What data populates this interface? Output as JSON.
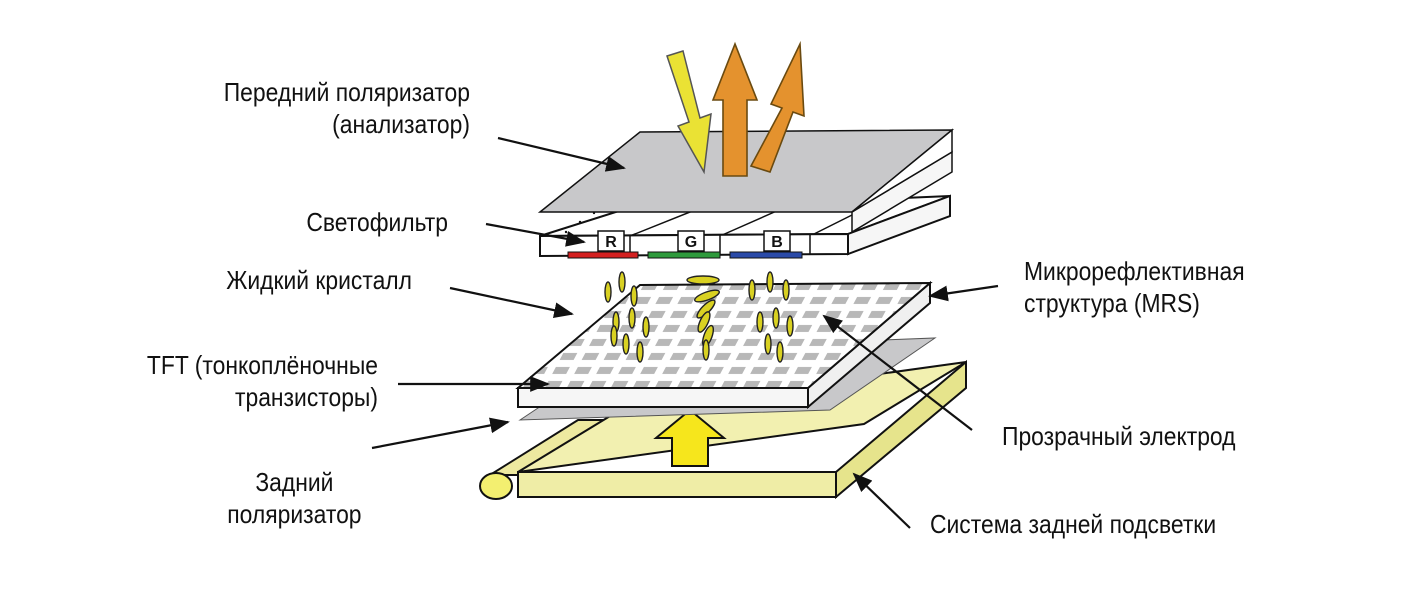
{
  "labels": {
    "front_polarizer": {
      "line1": "Передний поляризатор",
      "line2": "(анализатор)"
    },
    "color_filter": "Светофильтр",
    "liquid_crystal": "Жидкий кристалл",
    "tft": {
      "line1": "TFT (тонкоплёночные",
      "line2": "транзисторы)"
    },
    "rear_polarizer": {
      "line1": "Задний",
      "line2": "поляризатор"
    },
    "mrs": {
      "line1": "Микрорефлективная",
      "line2": "структура (MRS)"
    },
    "transparent_electrode": "Прозрачный электрод",
    "backlight_system": "Система задней подсветки"
  },
  "filter_chips": {
    "r": "R",
    "g": "G",
    "b": "B"
  },
  "colors": {
    "polarizer": "#c8c8ca",
    "panel_edge": "#f6f6f6",
    "backlight": "#f0eea8",
    "backlight_side": "#e6e48c",
    "up_arrow": "#f6e61c",
    "lc_molecule": "#d9d122",
    "out_arrow_yellow": "#eae234",
    "out_arrow_orange": "#e4922e",
    "red_strip": "#d42020",
    "green_strip": "#2e9a3c",
    "blue_strip": "#2a4aa8",
    "grid_pattern": "#b6b6b6",
    "line": "#111111"
  }
}
